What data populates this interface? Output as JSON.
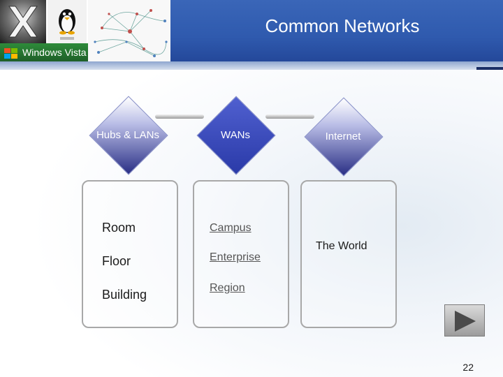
{
  "slide": {
    "title": "Common Networks",
    "page_number": "22"
  },
  "header": {
    "vista_logo_text": "Windows Vista",
    "icons": [
      "x-logo-icon",
      "tux-penguin-icon",
      "network-graph-icon",
      "windows-flag-icon"
    ]
  },
  "categories": [
    {
      "label": "Hubs & LANs",
      "items": [
        "Room",
        "Floor",
        "Building"
      ]
    },
    {
      "label": "WANs",
      "items": [
        "Campus",
        "Enterprise",
        "Region"
      ]
    },
    {
      "label": "Internet",
      "items": [
        "The World"
      ]
    }
  ],
  "navigation": {
    "next_icon": "play-triangle-icon"
  },
  "colors": {
    "header_blue": "#2f5aae",
    "diamond_indigo": "#2a2f85",
    "box_border": "#a8a8a8"
  }
}
